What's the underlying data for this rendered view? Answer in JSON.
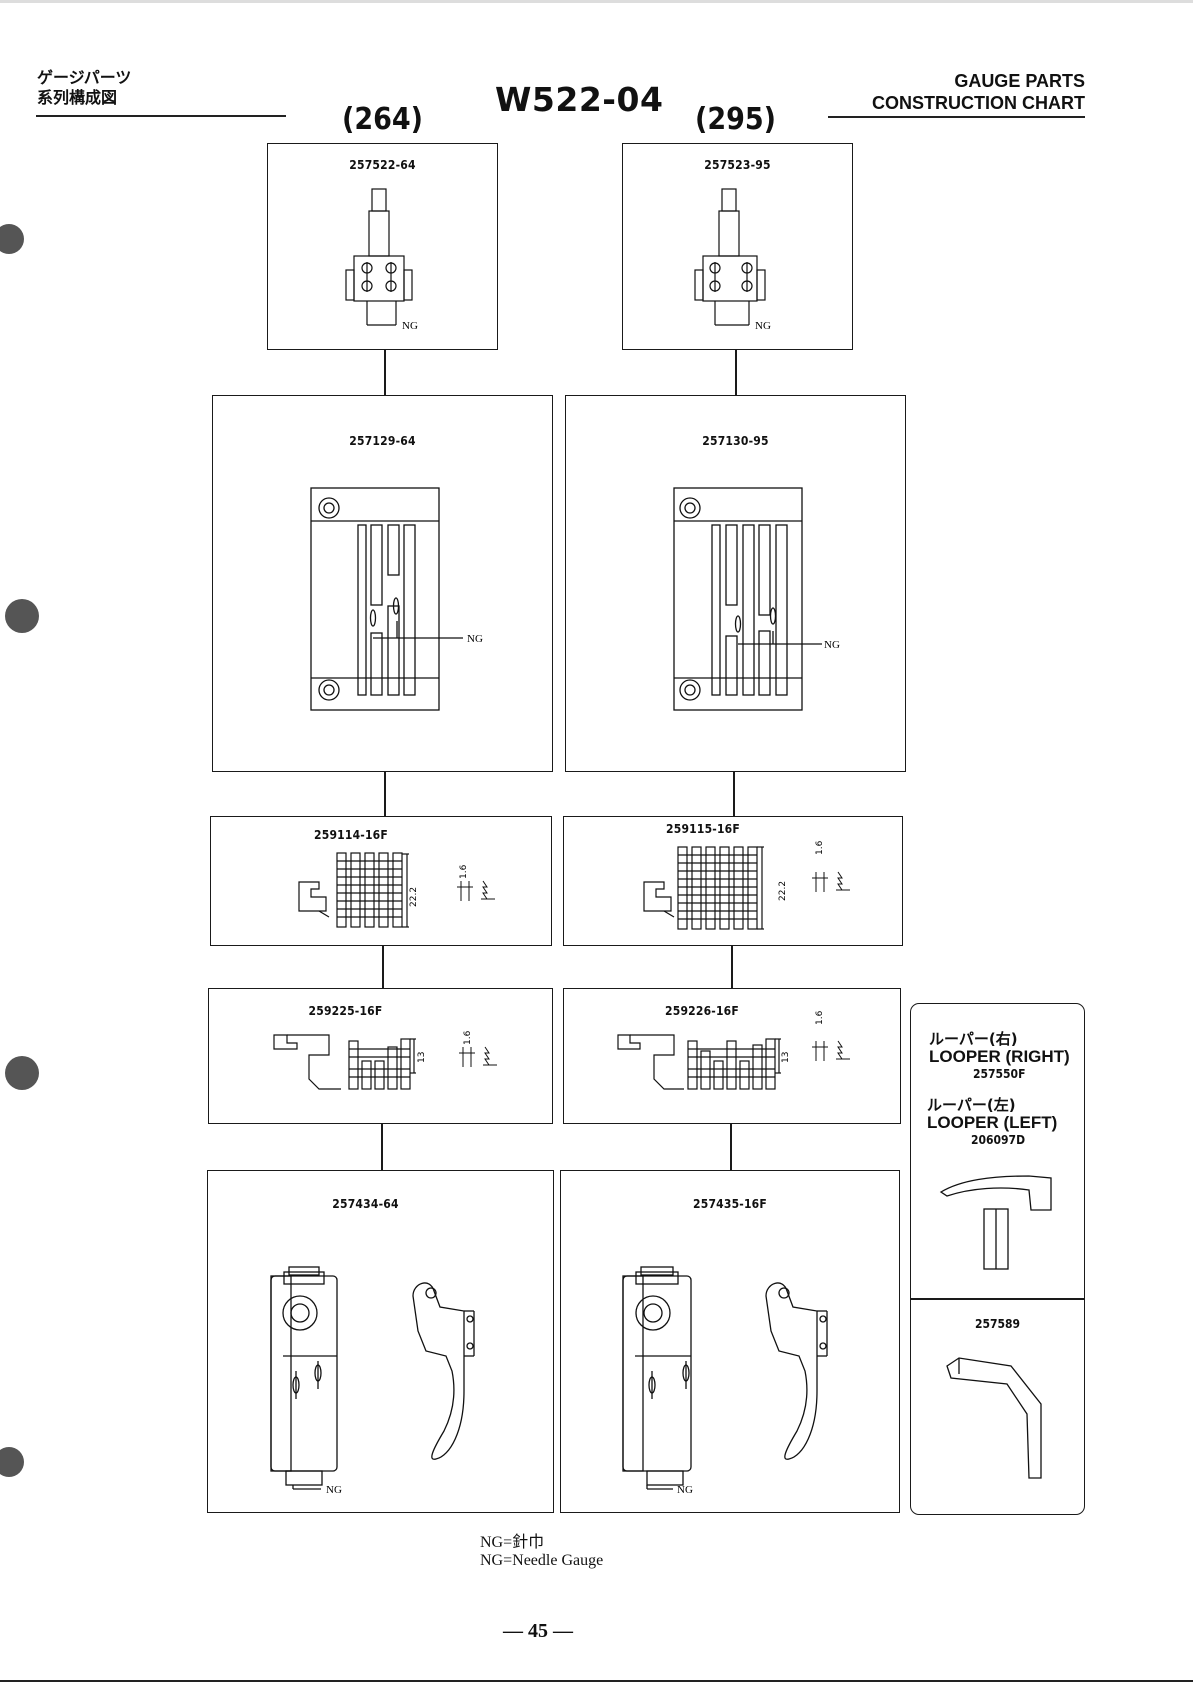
{
  "header": {
    "jp_line1": "ゲージパーツ",
    "jp_line2": "系列構成図",
    "model": "W522-04",
    "en_line1": "GAUGE PARTS",
    "en_line2": "CONSTRUCTION CHART"
  },
  "columns": [
    {
      "size_code": "(264)"
    },
    {
      "size_code": "(295)"
    }
  ],
  "parts": {
    "needle_clamp_left": "257522-64",
    "needle_clamp_right": "257523-95",
    "needle_plate_left": "257129-64",
    "needle_plate_right": "257130-95",
    "feed_dog_main_left": "259114-16F",
    "feed_dog_main_right": "259115-16F",
    "feed_dog_diff_left": "259225-16F",
    "feed_dog_diff_right": "259226-16F",
    "presser_foot_left": "257434-64",
    "presser_foot_right": "257435-16F"
  },
  "dims": {
    "pitch": "1.6",
    "main_height": "22.2",
    "diff_height": "13"
  },
  "ng_label": "NG",
  "looper": {
    "right_jp": "ルーパー(右)",
    "right_en": "LOOPER (RIGHT)",
    "right_pn": "257550F",
    "left_jp": "ルーパー(左)",
    "left_en": "LOOPER (LEFT)",
    "left_pn": "206097D",
    "guard_pn": "257589"
  },
  "legend": {
    "line1": "NG=針巾",
    "line2": "NG=Needle Gauge"
  },
  "page_number": "— 45 —"
}
